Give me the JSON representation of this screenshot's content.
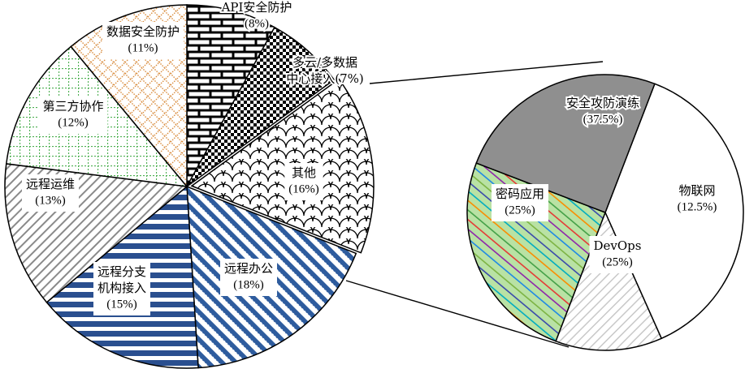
{
  "chart_data": [
    {
      "type": "pie",
      "slices": [
        {
          "label": "API安全防护",
          "percent_label": "(8%)",
          "value": 8,
          "pattern": "brick"
        },
        {
          "label": "多云/多数据中心接入",
          "label_lines": [
            "多云/多数据",
            "中心接入(7%)"
          ],
          "percent_label": "",
          "value": 7,
          "pattern": "checker"
        },
        {
          "label": "其他",
          "percent_label": "(16%)",
          "value": 16,
          "pattern": "scales"
        },
        {
          "label": "远程办公",
          "percent_label": "(18%)",
          "value": 18,
          "pattern": "blue-diagonal"
        },
        {
          "label": "远程分支机构接入",
          "label_lines": [
            "远程分支",
            "机构接入"
          ],
          "percent_label": "(15%)",
          "value": 15,
          "pattern": "blue-horizontal"
        },
        {
          "label": "远程运维",
          "percent_label": "(13%)",
          "value": 13,
          "pattern": "gray-diagonal"
        },
        {
          "label": "第三方协作",
          "percent_label": "(12%)",
          "value": 12,
          "pattern": "green-grid"
        },
        {
          "label": "数据安全防护",
          "percent_label": "(11%)",
          "value": 11,
          "pattern": "orange-diamond"
        }
      ],
      "exploded_slice": "其他"
    },
    {
      "type": "pie",
      "slices": [
        {
          "label": "安全攻防演练",
          "percent_label": "(37.5%)",
          "value": 37.5,
          "pattern": "white"
        },
        {
          "label": "物联网",
          "percent_label": "(12.5%)",
          "value": 12.5,
          "pattern": "light-diagonal"
        },
        {
          "label": "DevOps",
          "percent_label": "(25%)",
          "value": 25,
          "pattern": "rainbow-lines"
        },
        {
          "label": "密码应用",
          "percent_label": "(25%)",
          "value": 25,
          "pattern": "gray-solid"
        }
      ]
    }
  ]
}
